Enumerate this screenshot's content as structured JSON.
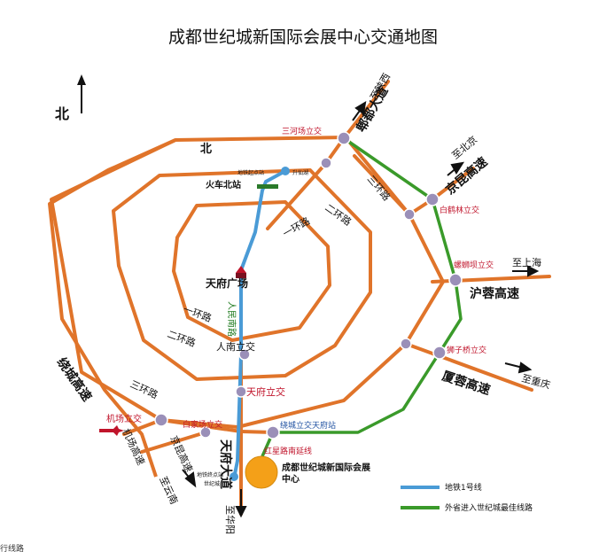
{
  "title": "成都世纪城新国际会展中心交通地图",
  "compass": {
    "label": "北"
  },
  "ring_labels": {
    "north": "北",
    "yihuan_top": "一环路",
    "yihuan_left": "一环路",
    "erhuan_top": "二环路",
    "erhuan_left": "二环路",
    "sanhuan_top": "三环路",
    "sanhuan_left": "三环路"
  },
  "roads": {
    "pixian": "郫都大道",
    "shaanxi": "至陕西",
    "beijing": "至北京",
    "jingkun": "京昆高速",
    "shanghai": "至上海",
    "hurong": "沪蓉高速",
    "chongqing": "至重庆",
    "xiarong": "厦蓉高速",
    "raocheng": "绕城高速",
    "airport_hwy": "机场高速",
    "jingkun_sw": "京昆高速",
    "yunnan": "至云南",
    "tianfu_ave": "天府大道",
    "huayang": "至华阳",
    "renmin_nanlu": "人民南路"
  },
  "interchanges": {
    "sanhechang": "三河场立交",
    "baihelin": "白鹤林立交",
    "luoshi": "螺蛳坝立交",
    "shizi": "狮子桥立交",
    "renmin_ix": "人南立交",
    "tianfu_ix": "天府立交",
    "airport_ix": "机场立交",
    "baijiachang": "白家场立交",
    "raocheng_tianfu": "绕城立交天府站"
  },
  "places": {
    "train_north": "火车北站",
    "tianfu_square": "天府广场",
    "metro_start": "地铁起点站",
    "shengxianhu": "升仙湖",
    "metro_end": "地铁终点站",
    "shijicheng_small": "世纪城",
    "hongxing": "红星路南延线",
    "venue": "成都世纪城新国际会展中心"
  },
  "legend": {
    "metro": "地铁1号线",
    "best_route": "外省进入世纪城最佳线路"
  },
  "colors": {
    "road": "#e0742a",
    "metro": "#4a9bd6",
    "green_route": "#3a9a2a",
    "node": "#9a8fb8",
    "venue": "#f4a018",
    "rail": "#2a7a2a"
  },
  "footer": "行线路"
}
